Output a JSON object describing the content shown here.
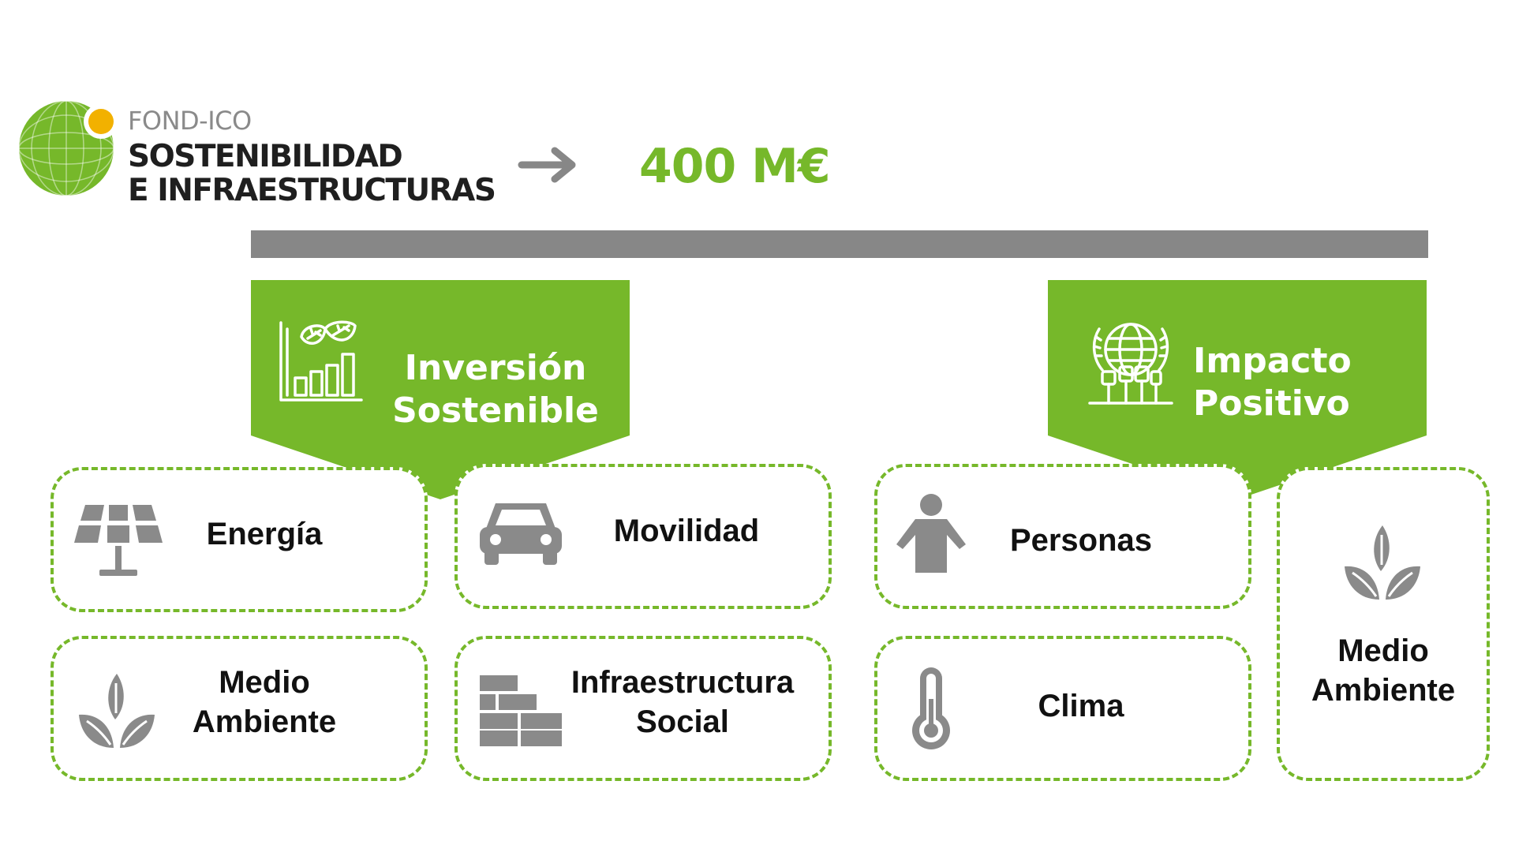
{
  "brand": {
    "top": "FOND-ICO",
    "line1": "SOSTENIBILIDAD",
    "line2": "E INFRAESTRUCTURAS",
    "amount": "400 M€"
  },
  "colors": {
    "accent_green": "#76b82a",
    "bar_gray": "#878787",
    "icon_gray": "#8a8a8a",
    "logo_yellow": "#f2b100"
  },
  "categories": [
    {
      "title_line1": "Inversión",
      "title_line2": "Sostenible",
      "icon": "plant-growth-chart-icon",
      "items": [
        {
          "label_line1": "Energía",
          "label_line2": "",
          "icon": "solar-panel-icon"
        },
        {
          "label_line1": "Movilidad",
          "label_line2": "",
          "icon": "car-icon"
        },
        {
          "label_line1": "Medio",
          "label_line2": "Ambiente",
          "icon": "leaves-icon"
        },
        {
          "label_line1": "Infraestructura",
          "label_line2": "Social",
          "icon": "bricks-icon"
        }
      ]
    },
    {
      "title_line1": "Impacto",
      "title_line2": "Positivo",
      "icon": "globe-raised-fists-icon",
      "items": [
        {
          "label_line1": "Personas",
          "label_line2": "",
          "icon": "person-icon"
        },
        {
          "label_line1": "Clima",
          "label_line2": "",
          "icon": "thermometer-icon"
        },
        {
          "label_line1": "Medio",
          "label_line2": "Ambiente",
          "icon": "leaves-icon"
        }
      ]
    }
  ]
}
